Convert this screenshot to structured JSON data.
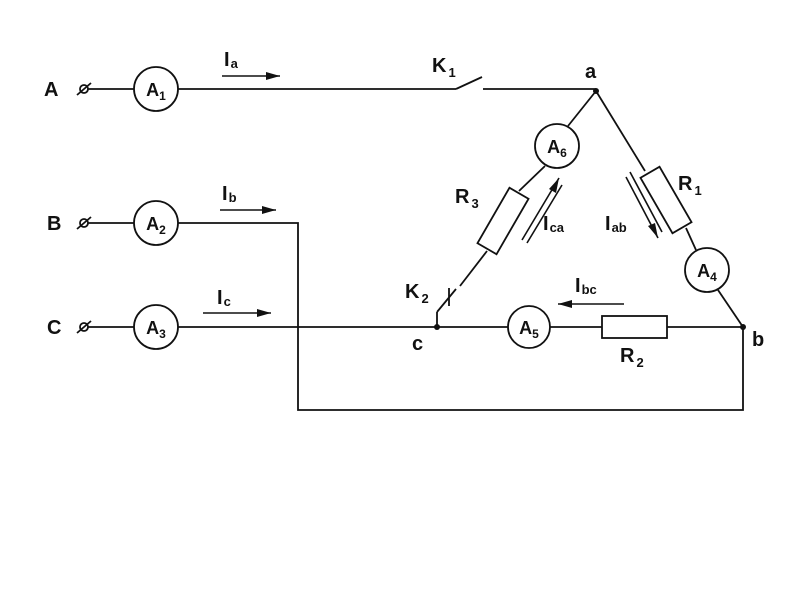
{
  "phases": [
    {
      "id": "A",
      "label": "A"
    },
    {
      "id": "B",
      "label": "B"
    },
    {
      "id": "C",
      "label": "C"
    }
  ],
  "nodes": {
    "a": "a",
    "b": "b",
    "c": "c"
  },
  "ammeters": [
    {
      "id": "A1",
      "main": "A",
      "sub": "1"
    },
    {
      "id": "A2",
      "main": "A",
      "sub": "2"
    },
    {
      "id": "A3",
      "main": "A",
      "sub": "3"
    },
    {
      "id": "A4",
      "main": "A",
      "sub": "4"
    },
    {
      "id": "A5",
      "main": "A",
      "sub": "5"
    },
    {
      "id": "A6",
      "main": "A",
      "sub": "6"
    }
  ],
  "resistors": [
    {
      "id": "R1",
      "main": "R",
      "sub": "1"
    },
    {
      "id": "R2",
      "main": "R",
      "sub": "2"
    },
    {
      "id": "R3",
      "main": "R",
      "sub": "3"
    }
  ],
  "switches": [
    {
      "id": "K1",
      "main": "K",
      "sub": "1"
    },
    {
      "id": "K2",
      "main": "K",
      "sub": "2"
    }
  ],
  "currents": [
    {
      "id": "Ia",
      "main": "I",
      "sub": "a"
    },
    {
      "id": "Ib",
      "main": "I",
      "sub": "b"
    },
    {
      "id": "Ic",
      "main": "I",
      "sub": "c"
    },
    {
      "id": "Iab",
      "main": "I",
      "sub": "ab"
    },
    {
      "id": "Ibc",
      "main": "I",
      "sub": "bc"
    },
    {
      "id": "Ica",
      "main": "I",
      "sub": "ca"
    }
  ]
}
